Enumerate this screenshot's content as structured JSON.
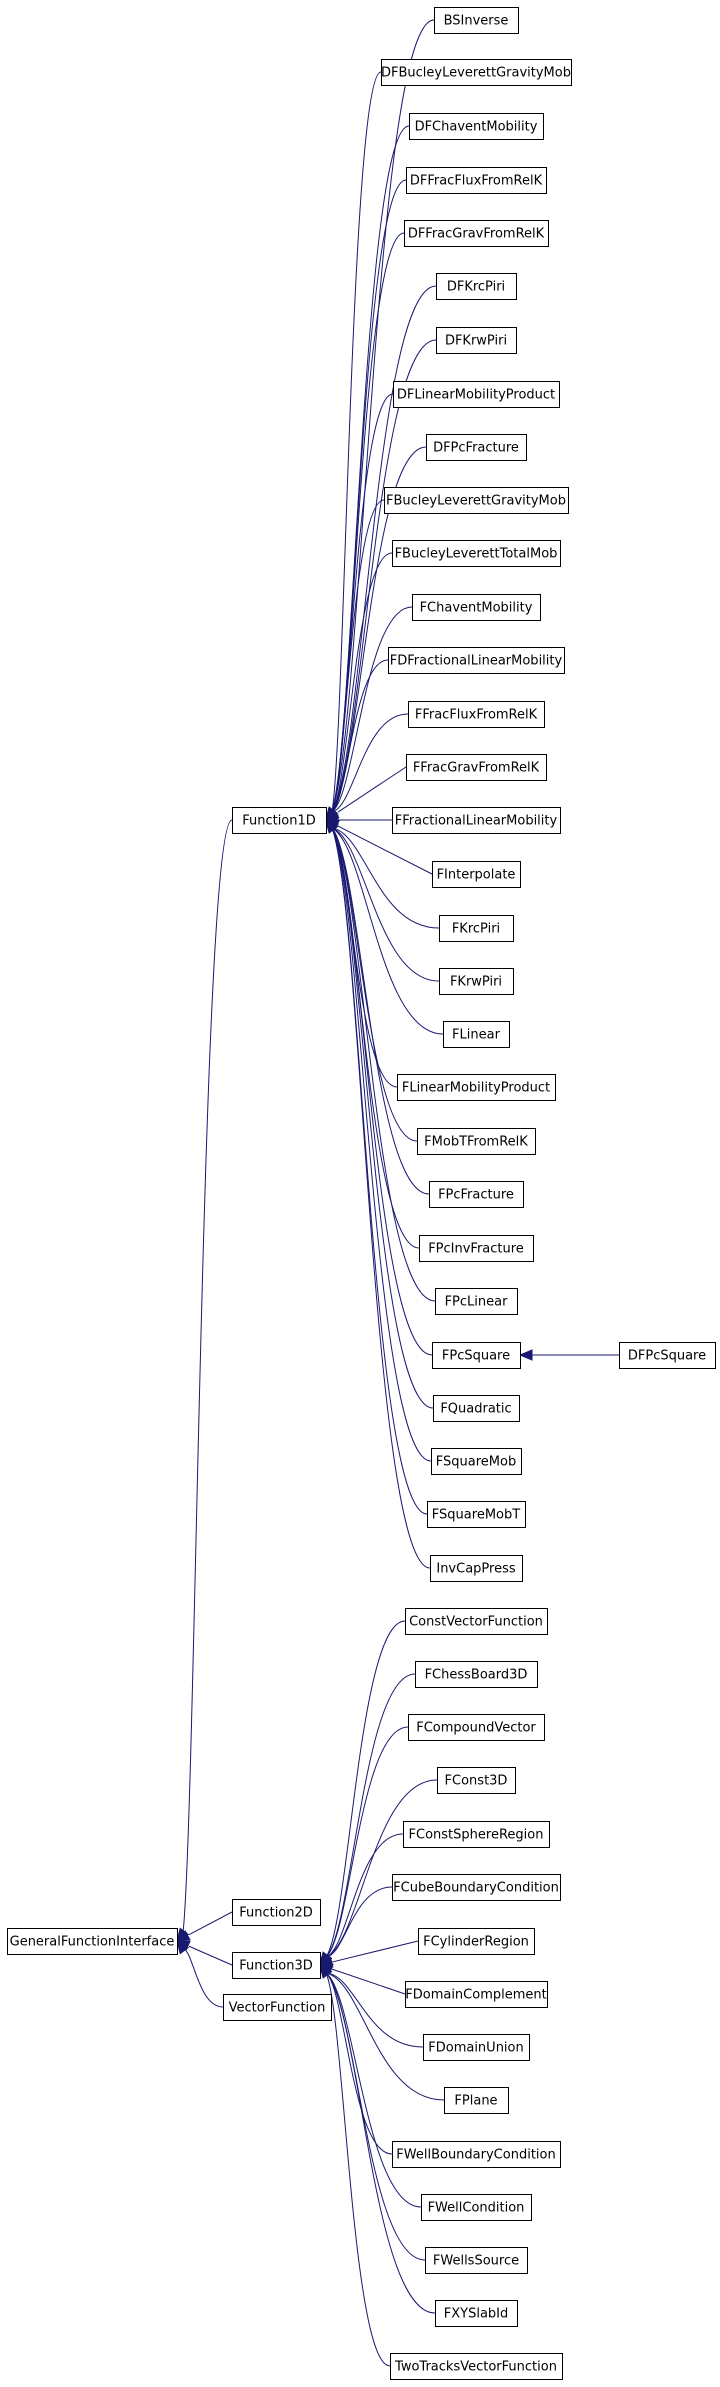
{
  "diagram": {
    "nodes": [
      {
        "id": "GeneralFunctionInterface",
        "label": "GeneralFunctionInterface"
      },
      {
        "id": "Function1D",
        "label": "Function1D"
      },
      {
        "id": "Function2D",
        "label": "Function2D"
      },
      {
        "id": "Function3D",
        "label": "Function3D"
      },
      {
        "id": "VectorFunction",
        "label": "VectorFunction"
      },
      {
        "id": "BSInverse",
        "label": "BSInverse"
      },
      {
        "id": "DFBucleyLeverettGravityMob",
        "label": "DFBucleyLeverettGravityMob"
      },
      {
        "id": "DFChaventMobility",
        "label": "DFChaventMobility"
      },
      {
        "id": "DFFracFluxFromRelK",
        "label": "DFFracFluxFromRelK"
      },
      {
        "id": "DFFracGravFromRelK",
        "label": "DFFracGravFromRelK"
      },
      {
        "id": "DFKrcPiri",
        "label": "DFKrcPiri"
      },
      {
        "id": "DFKrwPiri",
        "label": "DFKrwPiri"
      },
      {
        "id": "DFLinearMobilityProduct",
        "label": "DFLinearMobilityProduct"
      },
      {
        "id": "DFPcFracture",
        "label": "DFPcFracture"
      },
      {
        "id": "FBucleyLeverettGravityMob",
        "label": "FBucleyLeverettGravityMob"
      },
      {
        "id": "FBucleyLeverettTotalMob",
        "label": "FBucleyLeverettTotalMob"
      },
      {
        "id": "FChaventMobility",
        "label": "FChaventMobility"
      },
      {
        "id": "FDFractionalLinearMobility",
        "label": "FDFractionalLinearMobility"
      },
      {
        "id": "FFracFluxFromRelK",
        "label": "FFracFluxFromRelK"
      },
      {
        "id": "FFracGravFromRelK",
        "label": "FFracGravFromRelK"
      },
      {
        "id": "FFractionalLinearMobility",
        "label": "FFractionalLinearMobility"
      },
      {
        "id": "FInterpolate",
        "label": "FInterpolate"
      },
      {
        "id": "FKrcPiri",
        "label": "FKrcPiri"
      },
      {
        "id": "FKrwPiri",
        "label": "FKrwPiri"
      },
      {
        "id": "FLinear",
        "label": "FLinear"
      },
      {
        "id": "FLinearMobilityProduct",
        "label": "FLinearMobilityProduct"
      },
      {
        "id": "FMobTFromRelK",
        "label": "FMobTFromRelK"
      },
      {
        "id": "FPcFracture",
        "label": "FPcFracture"
      },
      {
        "id": "FPcInvFracture",
        "label": "FPcInvFracture"
      },
      {
        "id": "FPcLinear",
        "label": "FPcLinear"
      },
      {
        "id": "FPcSquare",
        "label": "FPcSquare"
      },
      {
        "id": "DFPcSquare",
        "label": "DFPcSquare"
      },
      {
        "id": "FQuadratic",
        "label": "FQuadratic"
      },
      {
        "id": "FSquareMob",
        "label": "FSquareMob"
      },
      {
        "id": "FSquareMobT",
        "label": "FSquareMobT"
      },
      {
        "id": "InvCapPress",
        "label": "InvCapPress"
      },
      {
        "id": "ConstVectorFunction",
        "label": "ConstVectorFunction"
      },
      {
        "id": "FChessBoard3D",
        "label": "FChessBoard3D"
      },
      {
        "id": "FCompoundVector",
        "label": "FCompoundVector"
      },
      {
        "id": "FConst3D",
        "label": "FConst3D"
      },
      {
        "id": "FConstSphereRegion",
        "label": "FConstSphereRegion"
      },
      {
        "id": "FCubeBoundaryCondition",
        "label": "FCubeBoundaryCondition"
      },
      {
        "id": "FCylinderRegion",
        "label": "FCylinderRegion"
      },
      {
        "id": "FDomainComplement",
        "label": "FDomainComplement"
      },
      {
        "id": "FDomainUnion",
        "label": "FDomainUnion"
      },
      {
        "id": "FPlane",
        "label": "FPlane"
      },
      {
        "id": "FWellBoundaryCondition",
        "label": "FWellBoundaryCondition"
      },
      {
        "id": "FWellCondition",
        "label": "FWellCondition"
      },
      {
        "id": "FWellsSource",
        "label": "FWellsSource"
      },
      {
        "id": "FXYSlabId",
        "label": "FXYSlabId"
      },
      {
        "id": "TwoTracksVectorFunction",
        "label": "TwoTracksVectorFunction"
      }
    ],
    "edges": [
      {
        "from": "Function1D",
        "to": "GeneralFunctionInterface"
      },
      {
        "from": "Function2D",
        "to": "GeneralFunctionInterface"
      },
      {
        "from": "Function3D",
        "to": "GeneralFunctionInterface"
      },
      {
        "from": "VectorFunction",
        "to": "GeneralFunctionInterface"
      },
      {
        "from": "BSInverse",
        "to": "Function1D"
      },
      {
        "from": "DFBucleyLeverettGravityMob",
        "to": "Function1D"
      },
      {
        "from": "DFChaventMobility",
        "to": "Function1D"
      },
      {
        "from": "DFFracFluxFromRelK",
        "to": "Function1D"
      },
      {
        "from": "DFFracGravFromRelK",
        "to": "Function1D"
      },
      {
        "from": "DFKrcPiri",
        "to": "Function1D"
      },
      {
        "from": "DFKrwPiri",
        "to": "Function1D"
      },
      {
        "from": "DFLinearMobilityProduct",
        "to": "Function1D"
      },
      {
        "from": "DFPcFracture",
        "to": "Function1D"
      },
      {
        "from": "FBucleyLeverettGravityMob",
        "to": "Function1D"
      },
      {
        "from": "FBucleyLeverettTotalMob",
        "to": "Function1D"
      },
      {
        "from": "FChaventMobility",
        "to": "Function1D"
      },
      {
        "from": "FDFractionalLinearMobility",
        "to": "Function1D"
      },
      {
        "from": "FFracFluxFromRelK",
        "to": "Function1D"
      },
      {
        "from": "FFracGravFromRelK",
        "to": "Function1D"
      },
      {
        "from": "FFractionalLinearMobility",
        "to": "Function1D"
      },
      {
        "from": "FInterpolate",
        "to": "Function1D"
      },
      {
        "from": "FKrcPiri",
        "to": "Function1D"
      },
      {
        "from": "FKrwPiri",
        "to": "Function1D"
      },
      {
        "from": "FLinear",
        "to": "Function1D"
      },
      {
        "from": "FLinearMobilityProduct",
        "to": "Function1D"
      },
      {
        "from": "FMobTFromRelK",
        "to": "Function1D"
      },
      {
        "from": "FPcFracture",
        "to": "Function1D"
      },
      {
        "from": "FPcInvFracture",
        "to": "Function1D"
      },
      {
        "from": "FPcLinear",
        "to": "Function1D"
      },
      {
        "from": "FPcSquare",
        "to": "Function1D"
      },
      {
        "from": "DFPcSquare",
        "to": "FPcSquare"
      },
      {
        "from": "FQuadratic",
        "to": "Function1D"
      },
      {
        "from": "FSquareMob",
        "to": "Function1D"
      },
      {
        "from": "FSquareMobT",
        "to": "Function1D"
      },
      {
        "from": "InvCapPress",
        "to": "Function1D"
      },
      {
        "from": "ConstVectorFunction",
        "to": "Function3D"
      },
      {
        "from": "FChessBoard3D",
        "to": "Function3D"
      },
      {
        "from": "FCompoundVector",
        "to": "Function3D"
      },
      {
        "from": "FConst3D",
        "to": "Function3D"
      },
      {
        "from": "FConstSphereRegion",
        "to": "Function3D"
      },
      {
        "from": "FCubeBoundaryCondition",
        "to": "Function3D"
      },
      {
        "from": "FCylinderRegion",
        "to": "Function3D"
      },
      {
        "from": "FDomainComplement",
        "to": "Function3D"
      },
      {
        "from": "FDomainUnion",
        "to": "Function3D"
      },
      {
        "from": "FPlane",
        "to": "Function3D"
      },
      {
        "from": "FWellBoundaryCondition",
        "to": "Function3D"
      },
      {
        "from": "FWellCondition",
        "to": "Function3D"
      },
      {
        "from": "FWellsSource",
        "to": "Function3D"
      },
      {
        "from": "FXYSlabId",
        "to": "Function3D"
      },
      {
        "from": "TwoTracksVectorFunction",
        "to": "Function3D"
      }
    ],
    "colors": {
      "edge": "#191970",
      "node_border": "#000000",
      "node_fill": "#ffffff"
    }
  }
}
